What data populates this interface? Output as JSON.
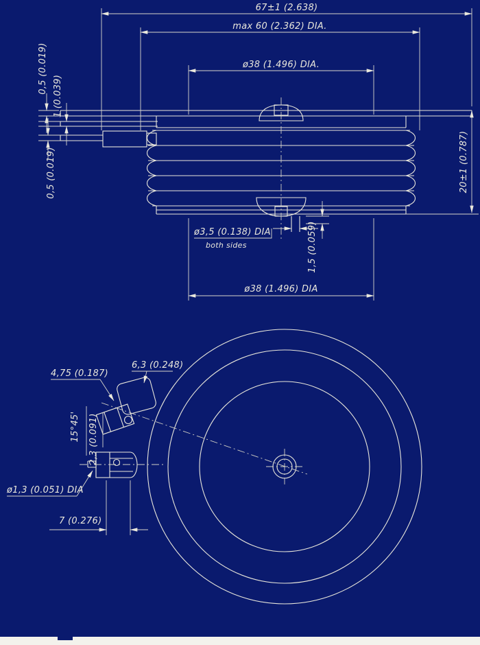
{
  "colors": {
    "background": "#0a1a6e",
    "line": "#e9e7db",
    "text": "#eae8dc",
    "edge_bar": "#f3f2ec"
  },
  "side_view": {
    "dims": {
      "overall_width": "67±1 (2.638)",
      "max_diameter": "max 60 (2.362) DIA.",
      "top_pole_diameter": "ø38 (1.496) DIA.",
      "top_lead_thickness": "0,5 (0.019)",
      "lead_gap": "1 (0.039)",
      "gate_lead_thickness": "0,5 (0.019)",
      "height": "20±1 (0.787)",
      "center_hole_diameter": "ø3,5 (0.138) DIA",
      "center_hole_note": "both sides",
      "hole_depth": "1,5 (0.059)",
      "bottom_pole_diameter": "ø38 (1.496) DIA"
    }
  },
  "plan_view": {
    "dims": {
      "gate_terminal_width": "4,75 (0.187)",
      "gate_insulator_width": "6,3 (0.248)",
      "gate_angle": "15°45'",
      "gate_offset": "2,3 (0.091)",
      "pin_diameter": "ø1,3 (0.051) DIA",
      "terminal_length": "7 (0.276)"
    }
  }
}
